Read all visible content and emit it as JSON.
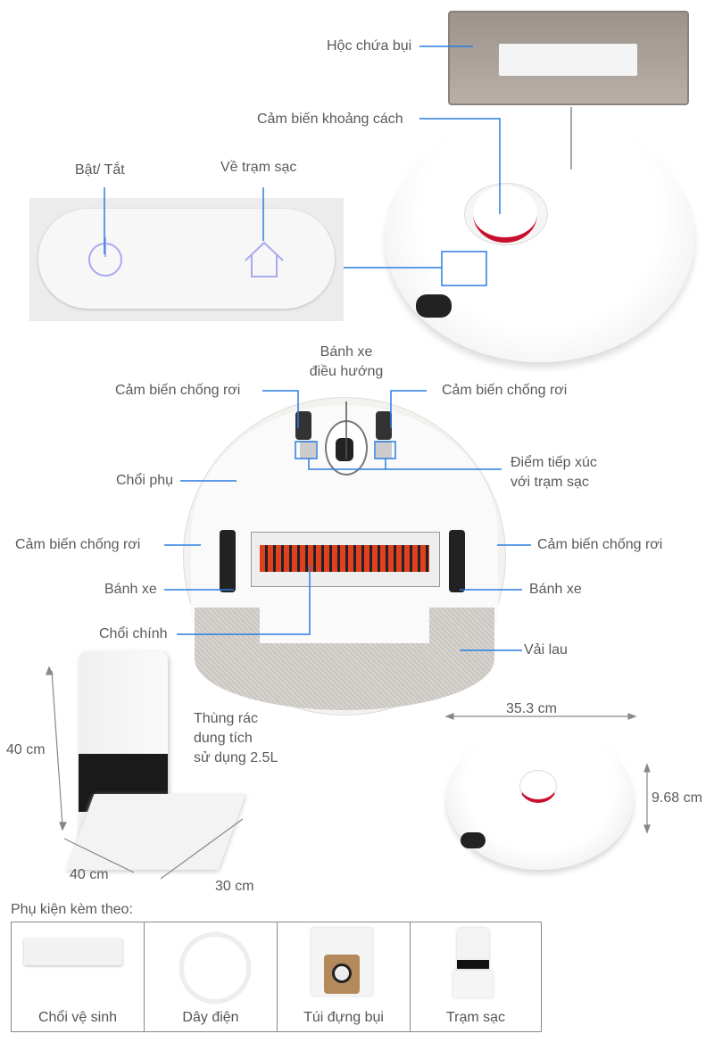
{
  "labels": {
    "dust_bin": "Hộc chứa bụi",
    "distance_sensor": "Cảm biến khoảng cách",
    "power": "Bật/ Tắt",
    "dock": "Về trạm sạc",
    "nav_wheel_1": "Bánh xe",
    "nav_wheel_2": "điều hướng",
    "cliff_sensor_tl": "Cảm biến chống rơi",
    "cliff_sensor_tr": "Cảm biến chống rơi",
    "side_brush": "Chổi phụ",
    "contacts_1": "Điểm tiếp xúc",
    "contacts_2": "với trạm sạc",
    "cliff_sensor_ml": "Cảm biến chống rơi",
    "cliff_sensor_mr": "Cảm biến chống rơi",
    "wheel_left": "Bánh xe",
    "wheel_right": "Bánh xe",
    "main_brush": "Chổi chính",
    "mop": "Vải lau",
    "bin_1": "Thùng rác",
    "bin_2": "dung tích",
    "bin_3": "sử dụng 2.5L"
  },
  "dimensions": {
    "station_height": "40 cm",
    "station_depth": "40 cm",
    "station_width": "30 cm",
    "robot_diameter": "35.3 cm",
    "robot_height": "9.68 cm"
  },
  "accessories": {
    "title": "Phụ kiện kèm theo:",
    "items": [
      "Chổi vệ sinh",
      "Dây điện",
      "Túi đựng bụi",
      "Trạm sạc"
    ]
  },
  "colors": {
    "callout": "#2a7de1",
    "brush": "#e0401f"
  }
}
